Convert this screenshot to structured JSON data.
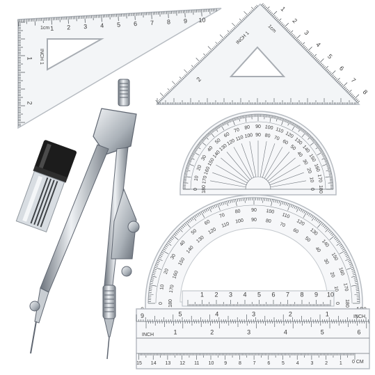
{
  "image": {
    "description": "",
    "background_color": "#ffffff"
  },
  "colors": {
    "plastic_edge": "#b7bcc2",
    "plastic_fill": "#f3f5f7",
    "tick": "#444a50",
    "metal_light": "#e9ecef",
    "metal_mid": "#a9b0b7",
    "metal_dark": "#5e6570",
    "lead_dark": "#1c1c1c"
  },
  "set_square_left": {
    "cm_label": "1cm",
    "inch_label": "INCH 1",
    "top_numbers": [
      "1",
      "2",
      "3",
      "4",
      "5",
      "6",
      "7",
      "8",
      "9",
      "10"
    ],
    "left_numbers": [
      "1",
      "2"
    ]
  },
  "set_square_right": {
    "cm_label": "1cm",
    "inch_label": "INCH 1",
    "hyp_numbers": [
      "1",
      "2",
      "3",
      "4",
      "5",
      "6",
      "7",
      "8"
    ],
    "side_numbers": [
      "2"
    ]
  },
  "protractor_small": {
    "outer_numbers": [
      "0",
      "10",
      "20",
      "30",
      "40",
      "50",
      "60",
      "70",
      "80",
      "90",
      "100",
      "110",
      "120",
      "130",
      "140",
      "150",
      "160",
      "170",
      "180"
    ],
    "inner_numbers": [
      "180",
      "170",
      "160",
      "150",
      "140",
      "130",
      "120",
      "110",
      "100",
      "90",
      "80",
      "70",
      "60",
      "50",
      "40",
      "30",
      "20",
      "10",
      "0"
    ]
  },
  "protractor_large": {
    "outer_numbers": [
      "0",
      "10",
      "20",
      "30",
      "40",
      "50",
      "60",
      "70",
      "80",
      "90",
      "100",
      "110",
      "120",
      "130",
      "140",
      "150",
      "160",
      "170",
      "180"
    ],
    "inner_numbers": [
      "180",
      "170",
      "160",
      "150",
      "140",
      "130",
      "120",
      "110",
      "100",
      "90",
      "80",
      "70",
      "60",
      "50",
      "40",
      "30",
      "20",
      "10",
      "0"
    ],
    "base_cm_numbers": [
      "1",
      "2",
      "3",
      "4",
      "5",
      "6",
      "7",
      "8",
      "9",
      "10"
    ],
    "zero_label": "0",
    "end_label": "180"
  },
  "ruler": {
    "top_inch_numbers": [
      "5",
      "4",
      "3",
      "2",
      "1"
    ],
    "top_inch_label": "INCH",
    "top_right_numbers": [
      "9"
    ],
    "middle_inch_label": "INCH",
    "middle_numbers": [
      "1",
      "2",
      "3",
      "4",
      "5",
      "6"
    ],
    "bottom_numbers": [
      "15",
      "14",
      "13",
      "12",
      "11",
      "10",
      "9",
      "8",
      "7",
      "6",
      "5",
      "4",
      "3",
      "2",
      "1"
    ],
    "bottom_cm_label": "0 CM"
  },
  "lead_case": {
    "label": ""
  },
  "compass": {
    "label": ""
  }
}
